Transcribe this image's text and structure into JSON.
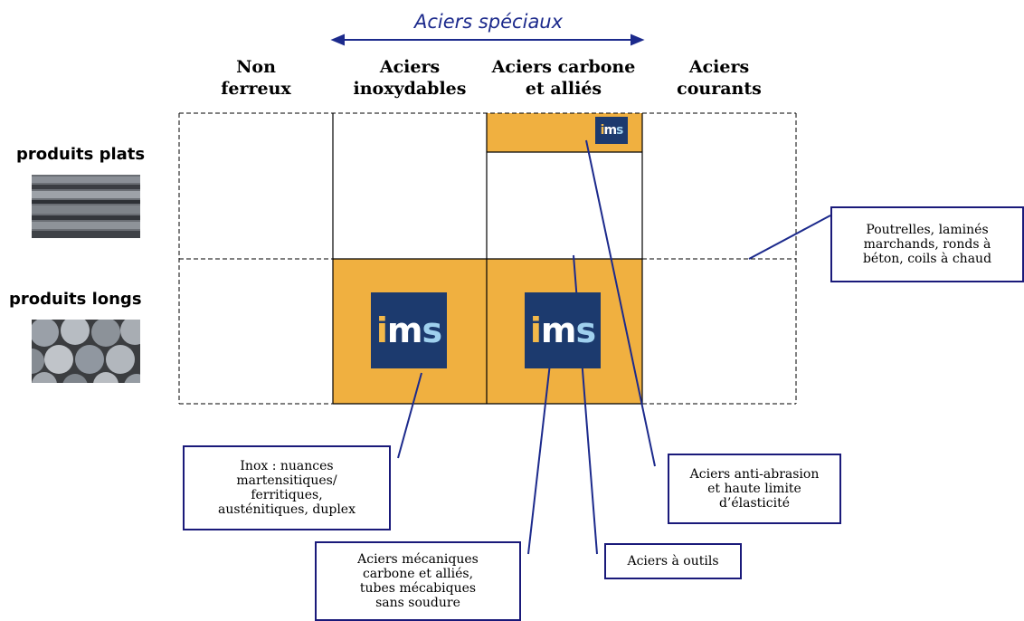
{
  "header": {
    "special_label": "Aciers spéciaux"
  },
  "columns": [
    {
      "line1": "Non",
      "line2": "ferreux"
    },
    {
      "line1": "Aciers",
      "line2": "inoxydables"
    },
    {
      "line1": "Aciers carbone",
      "line2": "et alliés"
    },
    {
      "line1": "Aciers",
      "line2": "courants"
    }
  ],
  "rows": [
    {
      "label": "produits plats"
    },
    {
      "label": "produits longs"
    }
  ],
  "logo": {
    "text_i": "i",
    "text_m": "m",
    "text_s": "s"
  },
  "callouts": {
    "poutrelles": [
      "Poutrelles, laminés",
      "marchands, ronds à",
      "béton, coils à chaud"
    ],
    "inox": [
      "Inox : nuances",
      "martensitiques/",
      "ferritiques,",
      "austénitiques, duplex"
    ],
    "anti_abrasion": [
      "Aciers anti-abrasion",
      "et haute limite",
      "d’élasticité"
    ],
    "mecaniques": [
      "Aciers mécaniques",
      "carbone et alliés,",
      "tubes mécabiques",
      "sans soudure"
    ],
    "outils": [
      "Aciers à outils"
    ]
  },
  "colors": {
    "highlight": "#f0b040",
    "arrow": "#1c2a8c",
    "callout_border": "#1a1a7a",
    "logo_bg": "#1c3a6e"
  }
}
